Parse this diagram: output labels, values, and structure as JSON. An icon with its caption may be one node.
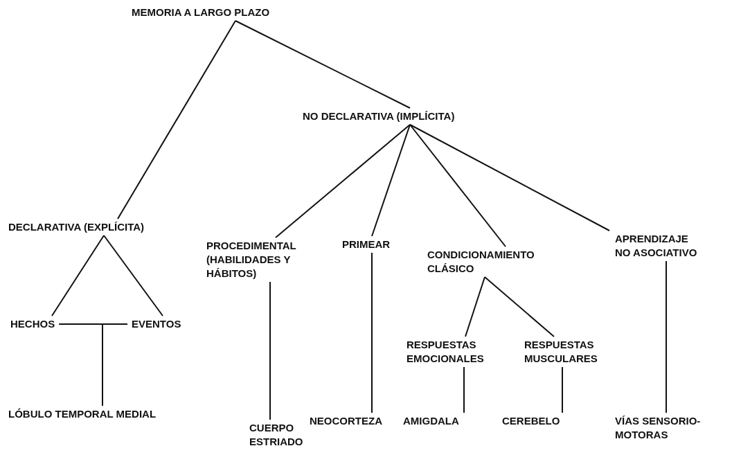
{
  "diagram": {
    "nodes": [
      {
        "text": [
          "MEMORIA A LARGO PLAZO"
        ]
      },
      {
        "text": [
          "NO DECLARATIVA (IMPLÍCITA)"
        ]
      },
      {
        "text": [
          "DECLARATIVA (EXPLÍCITA)"
        ]
      },
      {
        "text": [
          "PROCEDIMENTAL (HABILIDADES Y HÁBITOS)"
        ]
      },
      {
        "text": [
          "PRIMEAR"
        ]
      },
      {
        "text": [
          "CONDICIONAMIENTO CLÁSICO"
        ]
      },
      {
        "text": [
          "APRENDIZAJE NO ASOCIATIVO"
        ]
      },
      {
        "text": [
          "HECHOS"
        ]
      },
      {
        "text": [
          "EVENTOS"
        ]
      },
      {
        "text": [
          "LÓBULO TEMPORAL MEDIAL"
        ]
      },
      {
        "text": [
          "CUERPO ESTRIADO"
        ]
      },
      {
        "text": [
          "NEOCORTEZA"
        ]
      },
      {
        "text": [
          "RESPUESTAS EMOCIONALES"
        ]
      },
      {
        "text": [
          "RESPUESTAS MUSCULARES"
        ]
      },
      {
        "text": [
          "AMIGDALA"
        ]
      },
      {
        "text": [
          "CEREBELO"
        ]
      },
      {
        "text": [
          "VÍAS SENSORIO-MOTORAS"
        ]
      }
    ],
    "edges": [
      {
        "from": 0,
        "to": 1,
        "arrow": "none"
      },
      {
        "from": 0,
        "to": 2,
        "arrow": "none"
      },
      {
        "from": 1,
        "to": 3,
        "arrow": "none"
      },
      {
        "from": 1,
        "to": 4,
        "arrow": "none"
      },
      {
        "from": 1,
        "to": 5,
        "arrow": "none"
      },
      {
        "from": 1,
        "to": 6,
        "arrow": "none"
      },
      {
        "from": 2,
        "to": 7,
        "arrow": "none"
      },
      {
        "from": 2,
        "to": 8,
        "arrow": "none"
      },
      {
        "from": 7,
        "to": 9,
        "arrow": "none"
      },
      {
        "from": 8,
        "to": 9,
        "arrow": "none"
      },
      {
        "from": 3,
        "to": 10,
        "arrow": "none"
      },
      {
        "from": 4,
        "to": 11,
        "arrow": "none"
      },
      {
        "from": 5,
        "to": 12,
        "arrow": "none"
      },
      {
        "from": 5,
        "to": 13,
        "arrow": "none"
      },
      {
        "from": 12,
        "to": 14,
        "arrow": "none"
      },
      {
        "from": 13,
        "to": 15,
        "arrow": "none"
      },
      {
        "from": 6,
        "to": 16,
        "arrow": "none"
      }
    ]
  }
}
